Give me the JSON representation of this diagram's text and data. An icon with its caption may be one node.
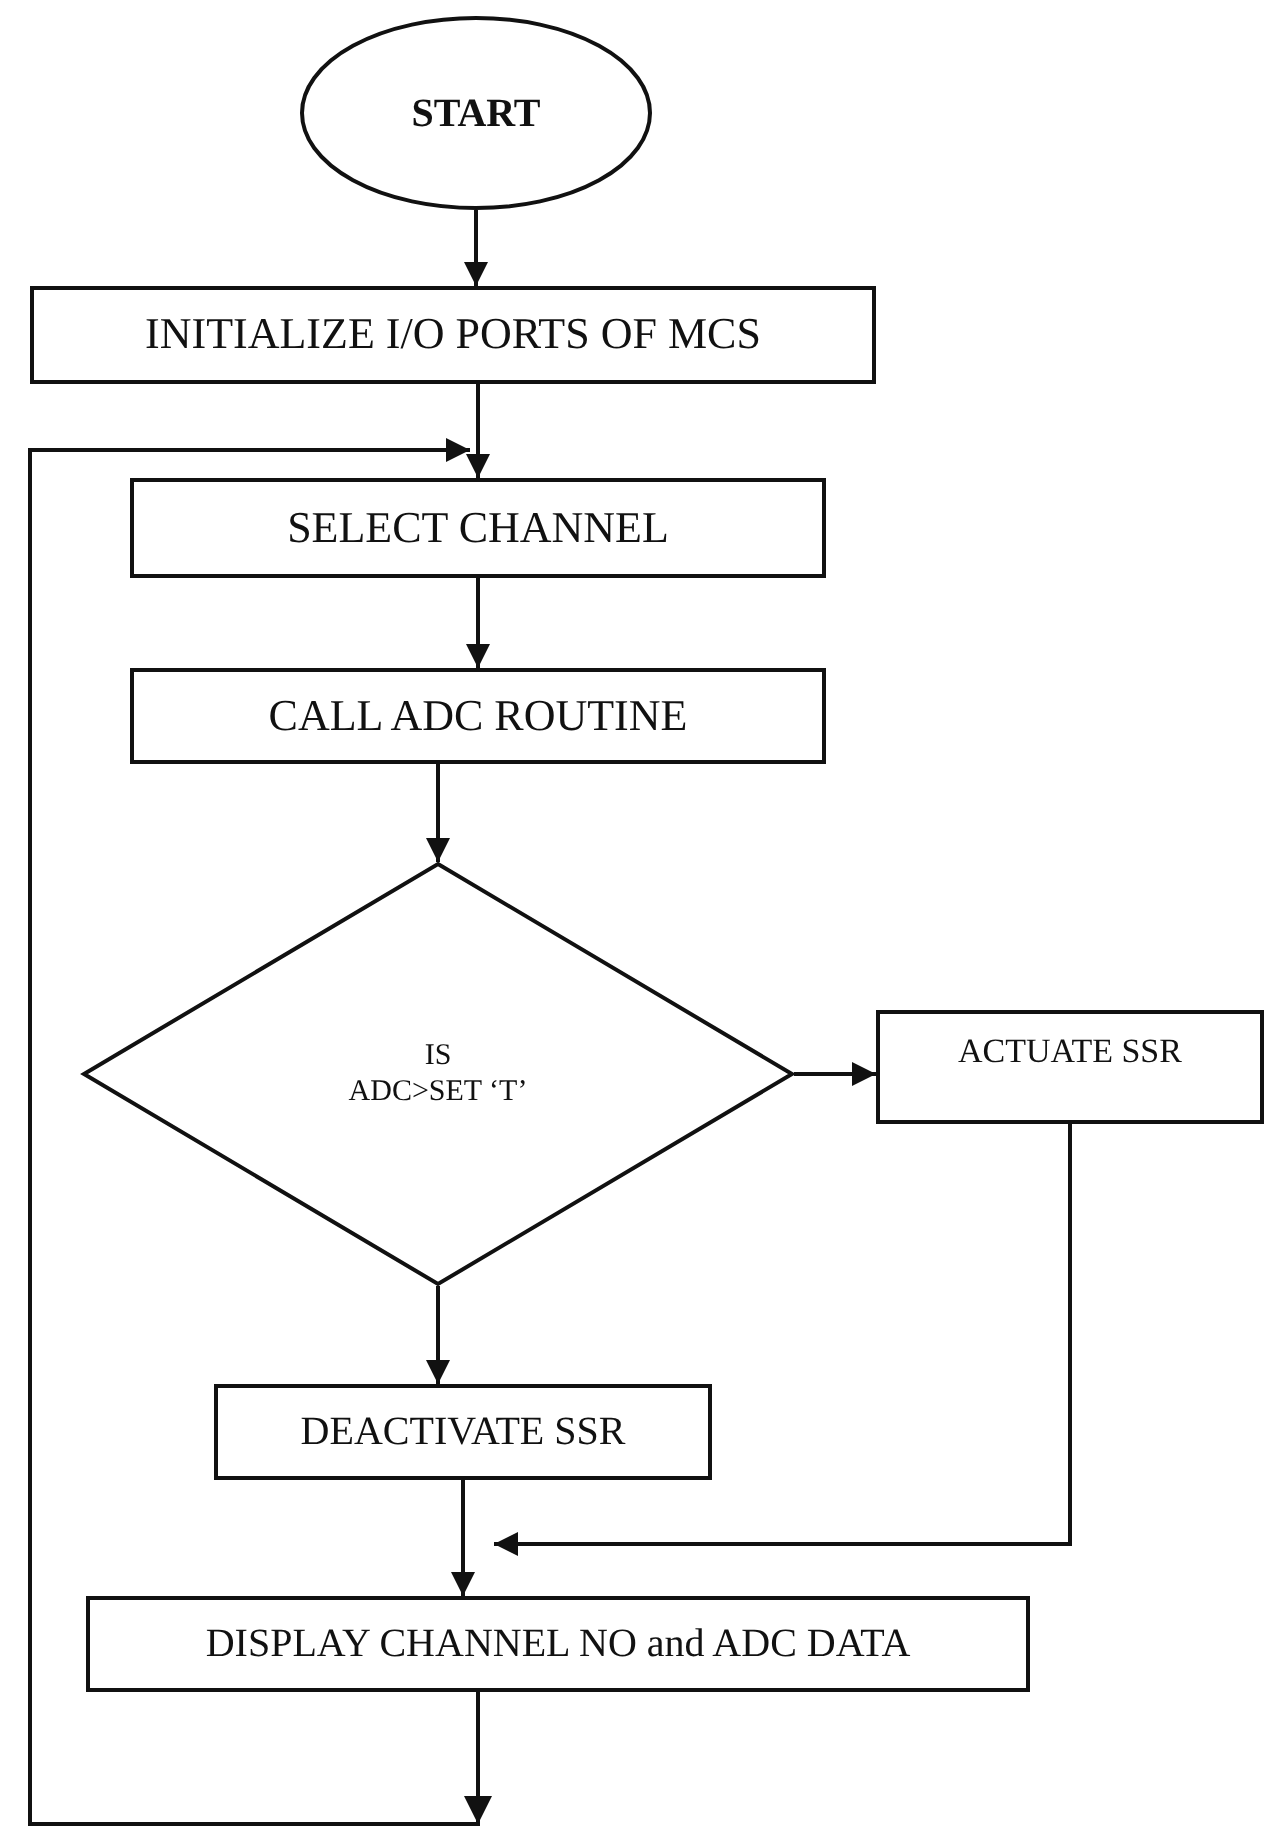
{
  "diagram": {
    "nodes": [
      {
        "text": [
          "START"
        ]
      },
      {
        "text": [
          "INITIALIZE I/O PORTS OF MCS"
        ]
      },
      {
        "text": [
          "SELECT CHANNEL"
        ]
      },
      {
        "text": [
          "CALL ADC ROUTINE"
        ]
      },
      {
        "text": [
          "IS",
          "ADC>SET ‘T’"
        ]
      },
      {
        "text": [
          "ACTUATE SSR"
        ]
      },
      {
        "text": [
          "DEACTIVATE SSR"
        ]
      },
      {
        "text": [
          "DISPLAY CHANNEL NO and ADC DATA"
        ]
      }
    ],
    "edges": [
      {
        "from": 0,
        "to": 1,
        "arrow": "to"
      },
      {
        "from": 1,
        "to": 2,
        "arrow": "to"
      },
      {
        "from": 2,
        "to": 3,
        "arrow": "to"
      },
      {
        "from": 3,
        "to": 4,
        "arrow": "to"
      },
      {
        "from": 4,
        "to": 5,
        "arrow": "to"
      },
      {
        "from": 4,
        "to": 6,
        "arrow": "to"
      },
      {
        "from": 6,
        "to": 7,
        "arrow": "to"
      },
      {
        "from": 5,
        "to": 7,
        "arrow": "to"
      },
      {
        "from": 7,
        "to": 2,
        "arrow": "to"
      }
    ]
  }
}
